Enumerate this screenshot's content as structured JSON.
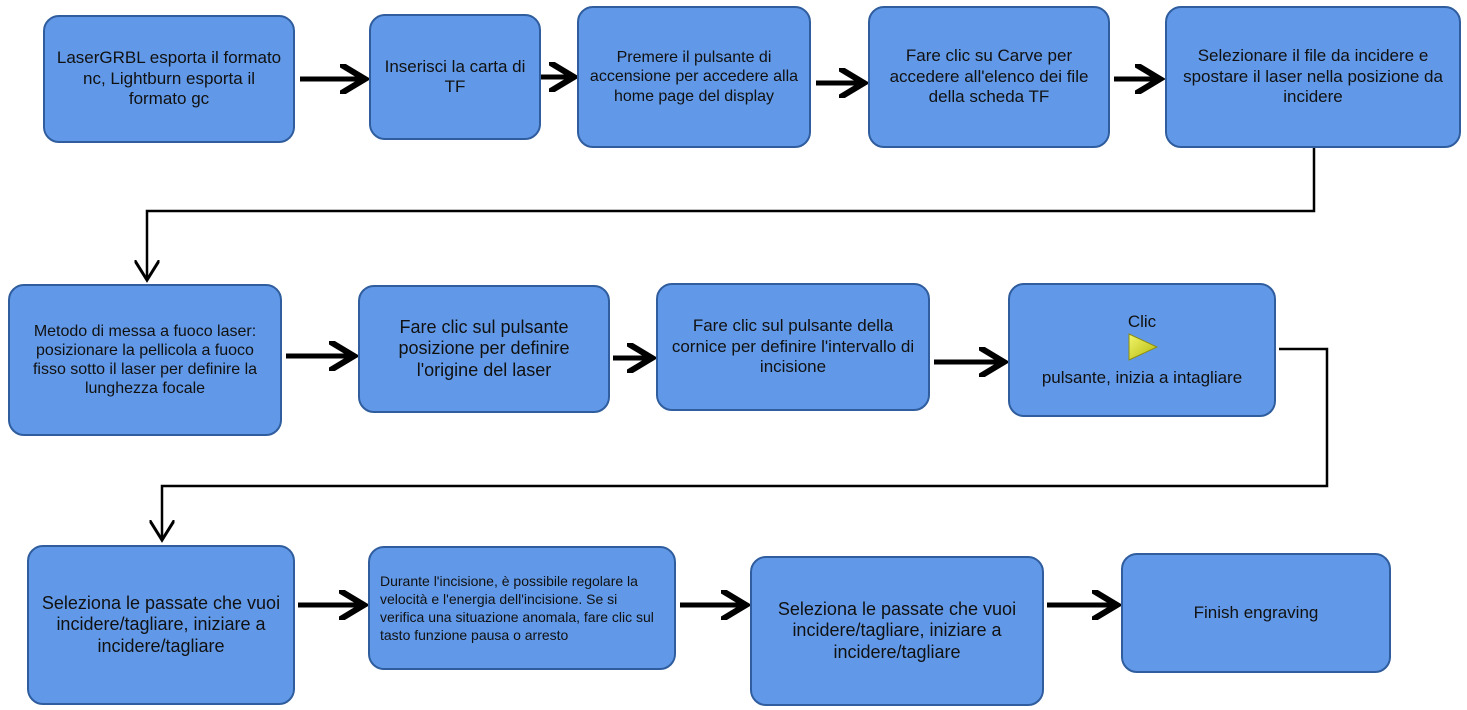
{
  "colors": {
    "box_fill": "#6199e8",
    "box_border": "#2f5d9e",
    "arrow": "#000000",
    "play_icon": "#d8dc12"
  },
  "steps": [
    {
      "id": "s1",
      "text": "LaserGRBL esporta il formato nc, Lightburn esporta il formato gc"
    },
    {
      "id": "s2",
      "text": "Inserisci la carta di TF"
    },
    {
      "id": "s3",
      "text": "Premere il pulsante di accensione per accedere alla home page del display"
    },
    {
      "id": "s4",
      "text": "Fare clic su Carve per accedere all'elenco dei file della scheda TF"
    },
    {
      "id": "s5",
      "text": "Selezionare il file da incidere e spostare il laser nella posizione da incidere"
    },
    {
      "id": "s6",
      "text": "Metodo di messa a fuoco laser: posizionare la pellicola a fuoco fisso sotto il laser per definire la lunghezza focale"
    },
    {
      "id": "s7",
      "text": "Fare clic sul pulsante posizione per definire l'origine del laser"
    },
    {
      "id": "s8",
      "text": "Fare clic sul pulsante della cornice per definire l'intervallo di incisione"
    },
    {
      "id": "s9",
      "text_before": "Clic",
      "text_after": "pulsante, inizia a intagliare",
      "icon": "play-icon"
    },
    {
      "id": "s10",
      "text": "Seleziona le passate che vuoi incidere/tagliare, iniziare a incidere/tagliare"
    },
    {
      "id": "s11",
      "text": "Durante l'incisione, è possibile regolare la velocità e l'energia dell'incisione. Se si verifica una situazione anomala, fare clic sul tasto funzione pausa o arresto"
    },
    {
      "id": "s12",
      "text": "Seleziona le passate che vuoi incidere/tagliare, iniziare a incidere/tagliare"
    },
    {
      "id": "s13",
      "text": "Finish engraving"
    }
  ]
}
